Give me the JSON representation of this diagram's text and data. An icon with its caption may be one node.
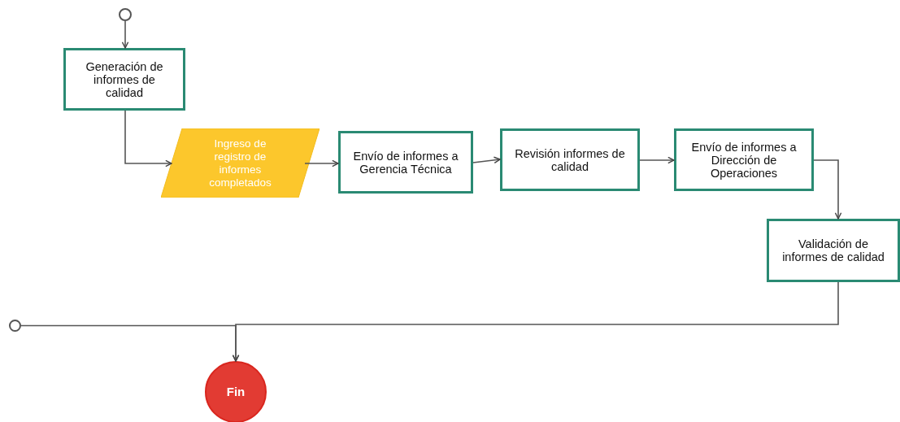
{
  "diagram": {
    "nodes": [
      {
        "text": [],
        "shape": "circle"
      },
      {
        "text": [
          "Generación de informes de calidad"
        ]
      },
      {
        "text": [
          "Ingreso de registro de informes completados"
        ]
      },
      {
        "text": [
          "Envío de informes a Gerencia Técnica"
        ]
      },
      {
        "text": [
          "Revisión informes de calidad"
        ]
      },
      {
        "text": [
          "Envío de informes a Dirección de Operaciones"
        ]
      },
      {
        "text": [
          "Validación de informes de calidad"
        ]
      },
      {
        "text": [],
        "shape": "circle"
      },
      {
        "text": [
          "Fin"
        ]
      }
    ],
    "edges": [
      {
        "from": 0,
        "to": 1,
        "arrow": "to"
      },
      {
        "from": 1,
        "to": 2,
        "arrow": "to"
      },
      {
        "from": 2,
        "to": 3,
        "arrow": "to"
      },
      {
        "from": 3,
        "to": 4,
        "arrow": "to"
      },
      {
        "from": 4,
        "to": 5,
        "arrow": "to"
      },
      {
        "from": 5,
        "to": 6,
        "arrow": "to"
      },
      {
        "from": 6,
        "to": 8,
        "arrow": "to"
      },
      {
        "from": 7,
        "to": 8,
        "arrow": "to"
      }
    ]
  }
}
